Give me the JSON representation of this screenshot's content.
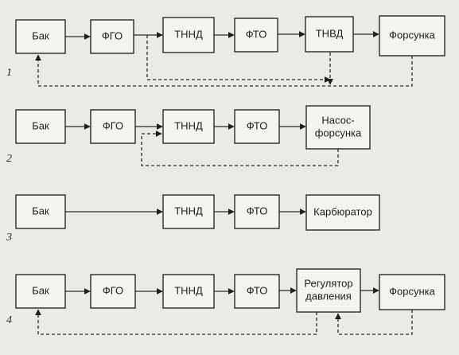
{
  "diagram": {
    "rows": [
      {
        "number": "1",
        "nodes": [
          {
            "id": "r1-bak",
            "label": "Бак"
          },
          {
            "id": "r1-fgo",
            "label": "ФГО"
          },
          {
            "id": "r1-thnd",
            "label": "ТННД"
          },
          {
            "id": "r1-fto",
            "label": "ФТО"
          },
          {
            "id": "r1-tnvd",
            "label": "ТНВД"
          },
          {
            "id": "r1-forsunka",
            "label": "Форсунка"
          }
        ],
        "edges": [
          {
            "from": "r1-bak",
            "to": "r1-fgo",
            "style": "solid"
          },
          {
            "from": "r1-fgo",
            "to": "r1-thnd",
            "style": "solid"
          },
          {
            "from": "r1-thnd",
            "to": "r1-fto",
            "style": "solid"
          },
          {
            "from": "r1-fto",
            "to": "r1-tnvd",
            "style": "solid"
          },
          {
            "from": "r1-tnvd",
            "to": "r1-forsunka",
            "style": "solid"
          },
          {
            "from": "r1-forsunka",
            "to": "r1-bak",
            "style": "dashed",
            "kind": "return"
          },
          {
            "from": "r1-thnd",
            "to": "r1-bak",
            "style": "dashed",
            "kind": "return"
          },
          {
            "from": "r1-tnvd",
            "to": "r1-bak",
            "style": "dashed",
            "kind": "return"
          }
        ]
      },
      {
        "number": "2",
        "nodes": [
          {
            "id": "r2-bak",
            "label": "Бак"
          },
          {
            "id": "r2-fgo",
            "label": "ФГО"
          },
          {
            "id": "r2-thnd",
            "label": "ТННД"
          },
          {
            "id": "r2-fto",
            "label": "ФТО"
          },
          {
            "id": "r2-nasos",
            "label": "Насос-\nфорсунка"
          }
        ],
        "edges": [
          {
            "from": "r2-bak",
            "to": "r2-fgo",
            "style": "solid"
          },
          {
            "from": "r2-fgo",
            "to": "r2-thnd",
            "style": "solid"
          },
          {
            "from": "r2-thnd",
            "to": "r2-fto",
            "style": "solid"
          },
          {
            "from": "r2-fto",
            "to": "r2-nasos",
            "style": "solid"
          },
          {
            "from": "r2-nasos",
            "to": "r2-thnd",
            "style": "dashed",
            "kind": "return"
          }
        ]
      },
      {
        "number": "3",
        "nodes": [
          {
            "id": "r3-bak",
            "label": "Бак"
          },
          {
            "id": "r3-thnd",
            "label": "ТННД"
          },
          {
            "id": "r3-fto",
            "label": "ФТО"
          },
          {
            "id": "r3-karb",
            "label": "Карбюратор"
          }
        ],
        "edges": [
          {
            "from": "r3-bak",
            "to": "r3-thnd",
            "style": "solid"
          },
          {
            "from": "r3-thnd",
            "to": "r3-fto",
            "style": "solid"
          },
          {
            "from": "r3-fto",
            "to": "r3-karb",
            "style": "solid"
          }
        ]
      },
      {
        "number": "4",
        "nodes": [
          {
            "id": "r4-bak",
            "label": "Бак"
          },
          {
            "id": "r4-fgo",
            "label": "ФГО"
          },
          {
            "id": "r4-thnd",
            "label": "ТННД"
          },
          {
            "id": "r4-fto",
            "label": "ФТО"
          },
          {
            "id": "r4-reg",
            "label": "Регулятор\nдавления"
          },
          {
            "id": "r4-forsunka",
            "label": "Форсунка"
          }
        ],
        "edges": [
          {
            "from": "r4-bak",
            "to": "r4-fgo",
            "style": "solid"
          },
          {
            "from": "r4-fgo",
            "to": "r4-thnd",
            "style": "solid"
          },
          {
            "from": "r4-thnd",
            "to": "r4-fto",
            "style": "solid"
          },
          {
            "from": "r4-fto",
            "to": "r4-reg",
            "style": "solid"
          },
          {
            "from": "r4-reg",
            "to": "r4-forsunka",
            "style": "solid"
          },
          {
            "from": "r4-reg",
            "to": "r4-bak",
            "style": "dashed",
            "kind": "return"
          },
          {
            "from": "r4-forsunka",
            "to": "r4-reg",
            "style": "dashed",
            "kind": "return"
          }
        ]
      }
    ]
  }
}
